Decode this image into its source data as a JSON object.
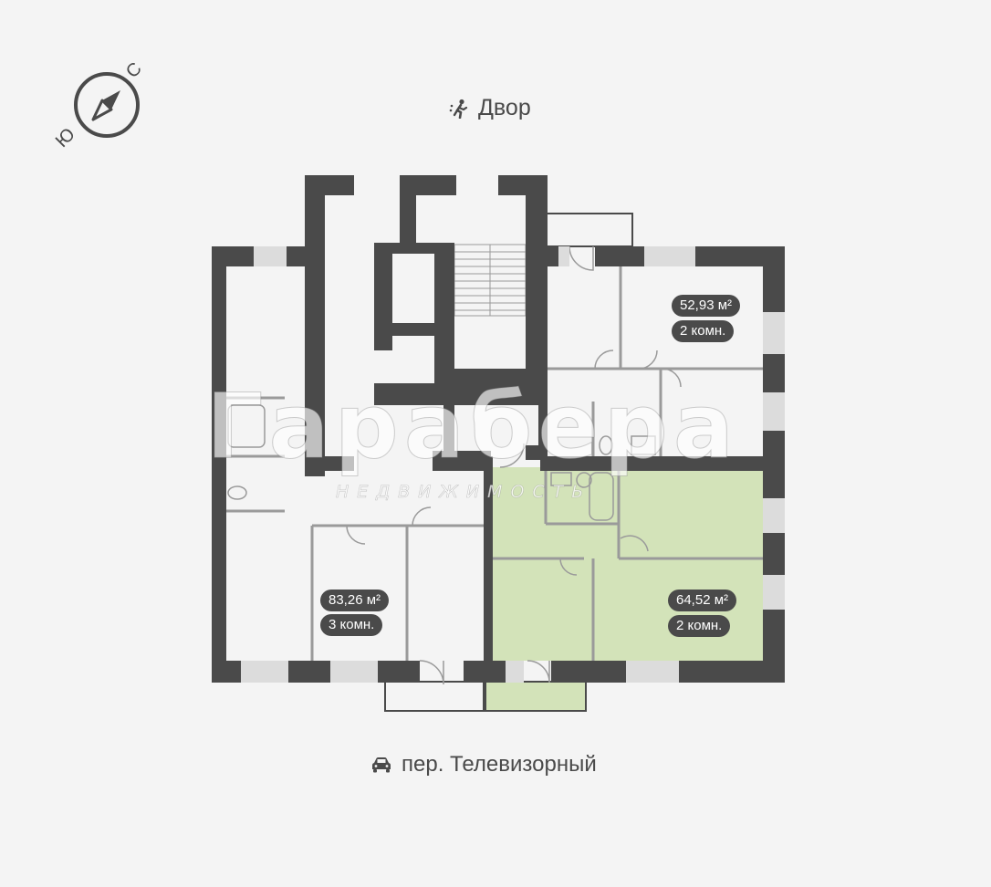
{
  "orientation": {
    "letters": [
      "Ю",
      "С"
    ],
    "icon": "compass-icon"
  },
  "top_label": {
    "text": "Двор",
    "icon": "walking-person-icon"
  },
  "bottom_label": {
    "text": "пер. Телевизорный",
    "icon": "car-icon"
  },
  "apartments": [
    {
      "area": "52,93 м²",
      "rooms": "2 комн.",
      "highlighted": false
    },
    {
      "area": "83,26 м²",
      "rooms": "3 комн.",
      "highlighted": false
    },
    {
      "area": "64,52 м²",
      "rooms": "2 комн.",
      "highlighted": true
    }
  ],
  "watermark": {
    "main": "Гарабера",
    "sub": "НЕДВИЖИМОСТЬ"
  },
  "colors": {
    "background": "#f4f4f4",
    "wall": "#4a4a4a",
    "highlight": "#d3e3b9",
    "window": "#dcdcdc",
    "partition": "#9a9a9a"
  }
}
